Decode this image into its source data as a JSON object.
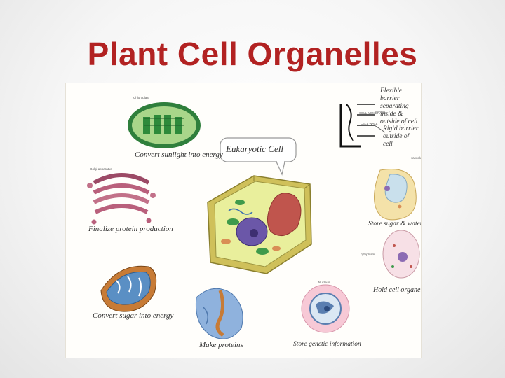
{
  "slide": {
    "title": "Plant Cell Organelles"
  },
  "figure": {
    "bubble": "Eukaryotic Cell",
    "captions": {
      "chloroplast": "Convert sunlight into energy",
      "golgi": "Finalize protein production",
      "mitochondria": "Convert sugar into energy",
      "er": "Make proteins",
      "nucleus": "Store genetic information",
      "vacuole": "Store sugar & water",
      "cytoplasm": "Hold cell organelles",
      "membrane": "Flexible barrier separating inside & outside of cell",
      "wall": "Rigid barrier outside of cell"
    },
    "small_labels": {
      "chloroplast_title": "Chloroplast",
      "golgi_title": "Golgi apparatus",
      "membrane_tag": "CELL MEMBRANE",
      "wall_tag": "CELL WALL",
      "cytoplasm_tag": "cytoplasm",
      "vacuole_tag": "vacuole",
      "nucleus_tag": "Nucleus"
    },
    "colors": {
      "title": "#b22222",
      "cell_wall": "#d9d069",
      "vacuole": "#c0554d",
      "nucleus": "#6b57a8",
      "chloroplast": "#3f9a4b",
      "golgi": "#b9607c",
      "mitochondria": "#5a8fc4",
      "er": "#8fb2dd"
    }
  }
}
